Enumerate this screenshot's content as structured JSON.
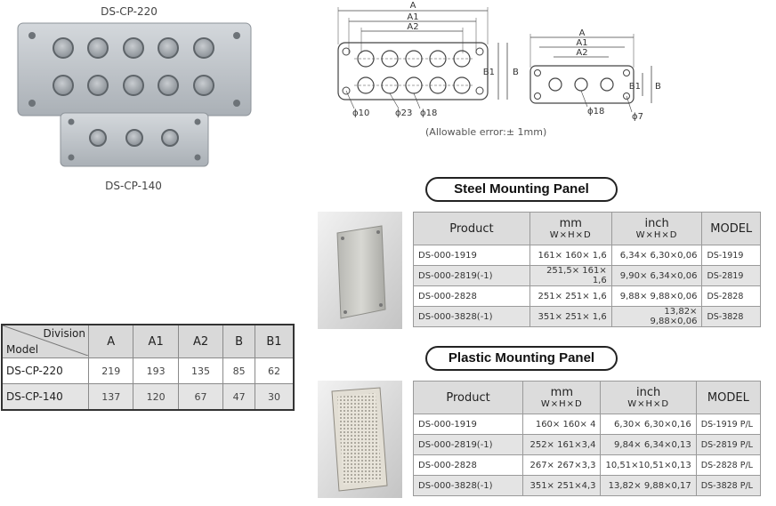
{
  "products": {
    "large_label": "DS-CP-220",
    "small_label": "DS-CP-140"
  },
  "drawing": {
    "dims": [
      "A",
      "A1",
      "A2",
      "B1",
      "B"
    ],
    "holes_left": [
      "ϕ10",
      "ϕ23",
      "ϕ18"
    ],
    "holes_right": [
      "ϕ18",
      "ϕ7"
    ],
    "note": "(Allowable error:± 1mm)"
  },
  "steel": {
    "title": "Steel Mounting Panel",
    "headers": {
      "product": "Product",
      "mm": "mm",
      "mm_sub": "W×H×D",
      "inch": "inch",
      "inch_sub": "W×H×D",
      "model": "MODEL"
    },
    "rows": [
      {
        "product": "DS-000-1919",
        "mm": "161× 160× 1,6",
        "inch": "6,34× 6,30×0,06",
        "model": "DS-1919"
      },
      {
        "product": "DS-000-2819(-1)",
        "mm": "251,5× 161× 1,6",
        "inch": "9,90× 6,34×0,06",
        "model": "DS-2819"
      },
      {
        "product": "DS-000-2828",
        "mm": "251× 251× 1,6",
        "inch": "9,88× 9,88×0,06",
        "model": "DS-2828"
      },
      {
        "product": "DS-000-3828(-1)",
        "mm": "351× 251× 1,6",
        "inch": "13,82× 9,88×0,06",
        "model": "DS-3828"
      }
    ]
  },
  "plastic": {
    "title": "Plastic Mounting Panel",
    "headers": {
      "product": "Product",
      "mm": "mm",
      "mm_sub": "W×H×D",
      "inch": "inch",
      "inch_sub": "W×H×D",
      "model": "MODEL"
    },
    "rows": [
      {
        "product": "DS-000-1919",
        "mm": "160× 160×  4",
        "inch": "6,30× 6,30×0,16",
        "model": "DS-1919 P/L"
      },
      {
        "product": "DS-000-2819(-1)",
        "mm": "252× 161×3,4",
        "inch": "9,84× 6,34×0,13",
        "model": "DS-2819 P/L"
      },
      {
        "product": "DS-000-2828",
        "mm": "267× 267×3,3",
        "inch": "10,51×10,51×0,13",
        "model": "DS-2828 P/L"
      },
      {
        "product": "DS-000-3828(-1)",
        "mm": "351× 251×4,3",
        "inch": "13,82× 9,88×0,17",
        "model": "DS-3828 P/L"
      }
    ]
  },
  "dimensions": {
    "corner_top": "Division",
    "corner_bottom": "Model",
    "columns": [
      "A",
      "A1",
      "A2",
      "B",
      "B1"
    ],
    "rows": [
      {
        "model": "DS-CP-220",
        "values": [
          "219",
          "193",
          "135",
          "85",
          "62"
        ]
      },
      {
        "model": "DS-CP-140",
        "values": [
          "137",
          "120",
          "67",
          "47",
          "30"
        ]
      }
    ]
  }
}
